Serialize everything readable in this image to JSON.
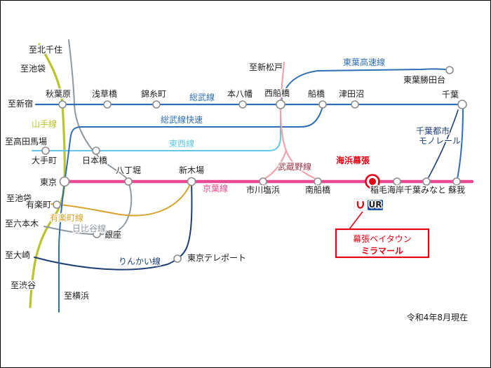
{
  "meta": {
    "note": "令和4年8月現在"
  },
  "colors": {
    "yamanote": "#b9c42a",
    "sobu": "#2f6eb5",
    "tozai": "#5fc8e6",
    "toyo_rapid": "#2f6eb5",
    "keiyo": "#e94a92",
    "musashino": "#f0a3ad",
    "musashino_label": "#9c3247",
    "yurakucho": "#d7a32e",
    "hibiya": "#8f979f",
    "rinkai": "#1d3f76",
    "monorail": "#1d3f76",
    "tokaido": "#2f6eb5",
    "highlight_red": "#e60012",
    "ur_red": "#d7000f",
    "ur_blue": "#1d50a2"
  },
  "lines": {
    "yamanote": "山手線",
    "sobu": "総武線",
    "sobu_rapid": "総武線快速",
    "tozai": "東西線",
    "toyo_rapid": "東葉高速線",
    "monorail_line1": "千葉都市",
    "monorail_line2": "モノレール",
    "musashino": "武蔵野線",
    "keiyo": "京葉線",
    "yurakucho": "有楽町線",
    "hibiya": "日比谷線",
    "rinkai": "りんかい線"
  },
  "destinations": {
    "kita_senju": "至北千住",
    "ikebukuro_top": "至池袋",
    "shin_matsudo": "至新松戸",
    "shinjuku": "至新宿",
    "takadanobaba": "至高田馬場",
    "ikebukuro": "至池袋",
    "roppongi": "至六本木",
    "osaki": "至大崎",
    "shibuya": "至渋谷",
    "yokohama": "至横浜"
  },
  "stations": {
    "akihabara": "秋葉原",
    "asakusabashi": "浅草橋",
    "kinshicho": "錦糸町",
    "moto_yawata": "本八幡",
    "nishi_funabashi": "西船橋",
    "funabashi": "船橋",
    "tsudanuma": "津田沼",
    "chiba": "千葉",
    "toyo_katsutadai": "東葉勝田台",
    "otemachi": "大手町",
    "nihombashi": "日本橋",
    "tokyo": "東京",
    "hatchobori": "八丁堀",
    "shin_kiba": "新木場",
    "ichikawa_shiohama": "市川塩浜",
    "minami_funabashi": "南船橋",
    "kaihimmakuhari": "海浜幕張",
    "inage_kaigan": "稲毛海岸",
    "chiba_minato": "千葉みなと",
    "soga": "蘇我",
    "yurakucho": "有楽町",
    "ginza": "銀座",
    "tokyo_teleport": "東京テレポート"
  },
  "highlight": {
    "callout_line1": "幕張ベイタウン",
    "callout_line2": "ミラマール"
  },
  "ur_logo": {
    "text": "UR"
  }
}
